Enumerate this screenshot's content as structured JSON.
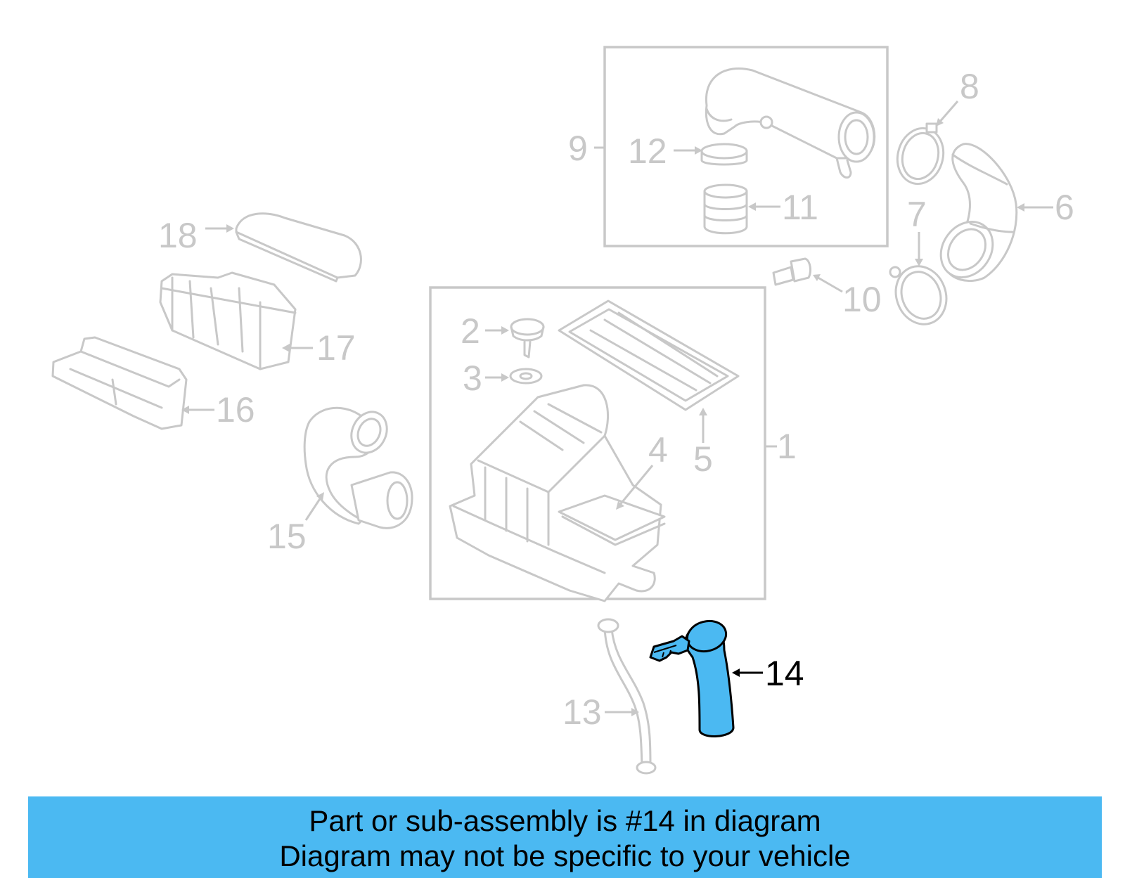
{
  "colors": {
    "highlight": "#4bb9f2",
    "ghost_line": "#c8c8c8",
    "banner_bg": "#4bb9f2",
    "active_text": "#000000"
  },
  "callouts": {
    "c1": "1",
    "c2": "2",
    "c3": "3",
    "c4": "4",
    "c5": "5",
    "c6": "6",
    "c7": "7",
    "c8": "8",
    "c9": "9",
    "c10": "10",
    "c11": "11",
    "c12": "12",
    "c13": "13",
    "c14": "14",
    "c15": "15",
    "c16": "16",
    "c17": "17",
    "c18": "18"
  },
  "highlighted_part": "14",
  "banner": {
    "line1": "Part or sub-assembly is #14 in diagram",
    "line2": "Diagram may not be specific to your vehicle"
  }
}
